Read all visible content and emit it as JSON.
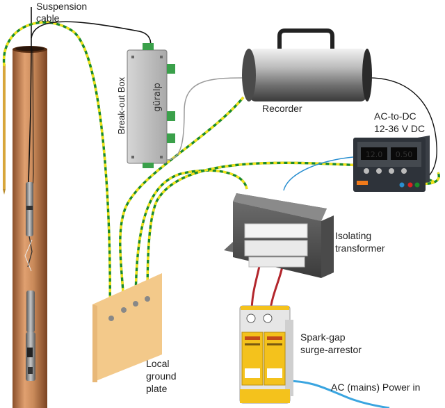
{
  "labels": {
    "suspension_line1": "Suspension",
    "suspension_line2": "cable",
    "breakout_box": "Break-out Box",
    "breakout_brand": "güralp",
    "recorder": "Recorder",
    "acdc_line1": "AC-to-DC",
    "acdc_line2": "12-36 V DC",
    "transformer_line1": "Isolating",
    "transformer_line2": "transformer",
    "spark_line1": "Spark-gap",
    "spark_line2": "surge-arrestor",
    "ground_line1": "Local",
    "ground_line2": "ground",
    "ground_line3": "plate",
    "ac_power": "AC (mains) Power in",
    "psu_display_left": "12.0",
    "psu_display_right": "0.50"
  },
  "colors": {
    "earth_green": "#1a8a2a",
    "earth_yellow": "#f2e21a",
    "cable_black": "#111111",
    "cable_blue": "#2a8fd0",
    "cable_grey": "#9a9a9a",
    "cable_red": "#b3262c",
    "borehole": "#c98a5a",
    "plate": "#f3c98a",
    "arrestor_yellow": "#f4c21c"
  }
}
